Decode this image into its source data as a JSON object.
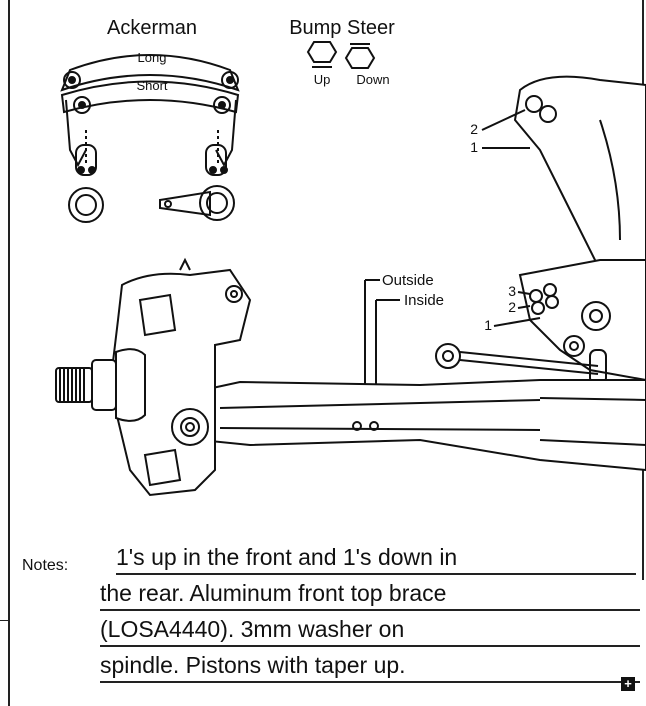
{
  "diagram": {
    "ackerman_title": "Ackerman",
    "ackerman_long": "Long",
    "ackerman_short": "Short",
    "bump_steer_title": "Bump Steer",
    "bump_up": "Up",
    "bump_down": "Down",
    "tower_labels": [
      "2",
      "1"
    ],
    "arm_labels": [
      "3",
      "2",
      "1"
    ],
    "outside_label": "Outside",
    "inside_label": "Inside"
  },
  "notes": {
    "label": "Notes:",
    "lines": [
      "1's up in the front and 1's down in",
      "the rear. Aluminum front top brace",
      "(LOSA4440). 3mm washer on",
      "spindle.  Pistons with taper up."
    ]
  }
}
